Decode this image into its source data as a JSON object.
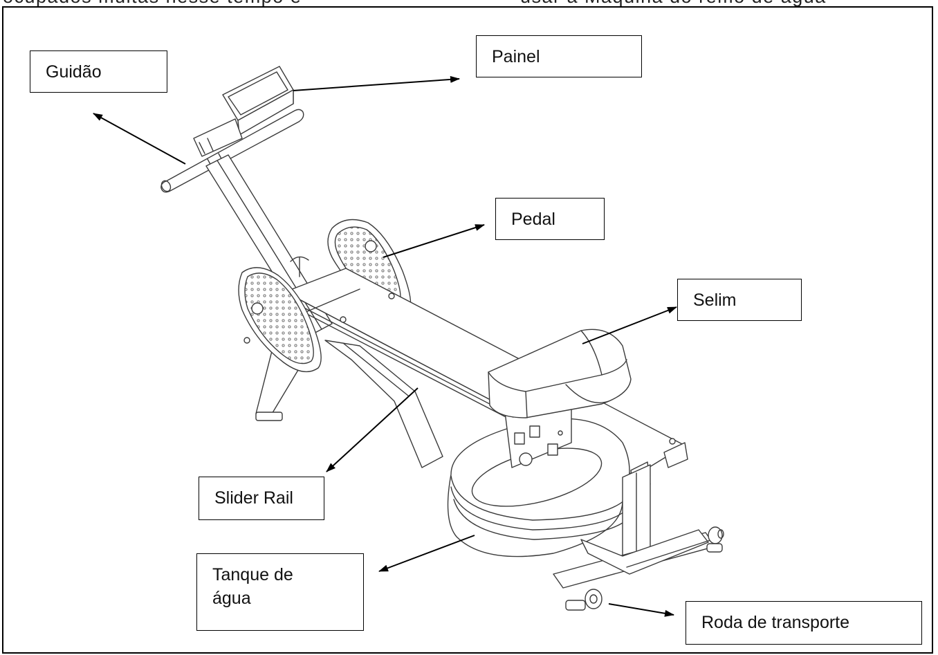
{
  "header": {
    "left_text": "ocupados muitas nesse tempo e",
    "right_text": "usar a Máquina do remo de água"
  },
  "labels": {
    "guidao": "Guidão",
    "painel": "Painel",
    "pedal": "Pedal",
    "selim": "Selim",
    "slider_rail": "Slider Rail",
    "tanque_line1": "Tanque de",
    "tanque_line2": "água",
    "roda": "Roda de transporte"
  },
  "colors": {
    "line": "#000000",
    "drawing": "#3a3a3a",
    "background": "#ffffff"
  }
}
